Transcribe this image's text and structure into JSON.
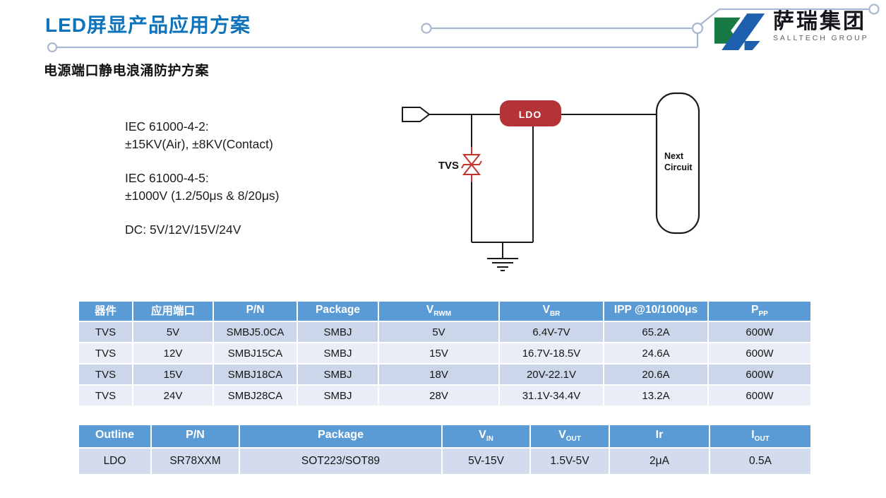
{
  "header": {
    "title": "LED屏显产品应用方案",
    "logo": {
      "cn": "萨瑞集团",
      "en": "SALLTECH GROUP"
    }
  },
  "subtitle": "电源端口静电浪涌防护方案",
  "specs": {
    "esd_title": "IEC 61000-4-2:",
    "esd_value": "±15KV(Air), ±8KV(Contact)",
    "surge_title": "IEC 61000-4-5:",
    "surge_value": "±1000V  (1.2/50μs & 8/20μs)",
    "dc_line": "DC:  5V/12V/15V/24V"
  },
  "circuit": {
    "tvs_label": "TVS",
    "ldo_label": "LDO",
    "next_line1": "Next",
    "next_line2": "Circuit"
  },
  "colors": {
    "title_blue": "#0e73ba",
    "header_blue": "#5b9bd5",
    "row_dark": "#ccd6ea",
    "row_light": "#e9edf6",
    "row_mid": "#d3dcee",
    "ldo_red": "#b43337",
    "tvs_red": "#c2342c",
    "trace": "#aab7d0",
    "logo_green": "#177a43",
    "logo_blue": "#1e5fae"
  },
  "tvs_table": {
    "headers": [
      {
        "main": "器件",
        "sub": ""
      },
      {
        "main": "应用端口",
        "sub": ""
      },
      {
        "main": "P/N",
        "sub": ""
      },
      {
        "main": "Package",
        "sub": ""
      },
      {
        "main": "V",
        "sub": "RWM"
      },
      {
        "main": "V",
        "sub": "BR"
      },
      {
        "main": "IPP @10/1000μs",
        "sub": ""
      },
      {
        "main": "P",
        "sub": "PP"
      }
    ],
    "rows": [
      [
        "TVS",
        "5V",
        "SMBJ5.0CA",
        "SMBJ",
        "5V",
        "6.4V-7V",
        "65.2A",
        "600W"
      ],
      [
        "TVS",
        "12V",
        "SMBJ15CA",
        "SMBJ",
        "15V",
        "16.7V-18.5V",
        "24.6A",
        "600W"
      ],
      [
        "TVS",
        "15V",
        "SMBJ18CA",
        "SMBJ",
        "18V",
        "20V-22.1V",
        "20.6A",
        "600W"
      ],
      [
        "TVS",
        "24V",
        "SMBJ28CA",
        "SMBJ",
        "28V",
        "31.1V-34.4V",
        "13.2A",
        "600W"
      ]
    ]
  },
  "ldo_table": {
    "headers": [
      {
        "main": "Outline",
        "sub": ""
      },
      {
        "main": "P/N",
        "sub": ""
      },
      {
        "main": "Package",
        "sub": ""
      },
      {
        "main": "V",
        "sub": "IN"
      },
      {
        "main": "V",
        "sub": "OUT"
      },
      {
        "main": "Ir",
        "sub": ""
      },
      {
        "main": "I",
        "sub": "OUT"
      }
    ],
    "rows": [
      [
        "LDO",
        "SR78XXM",
        "SOT223/SOT89",
        "5V-15V",
        "1.5V-5V",
        "2μA",
        "0.5A"
      ]
    ]
  }
}
